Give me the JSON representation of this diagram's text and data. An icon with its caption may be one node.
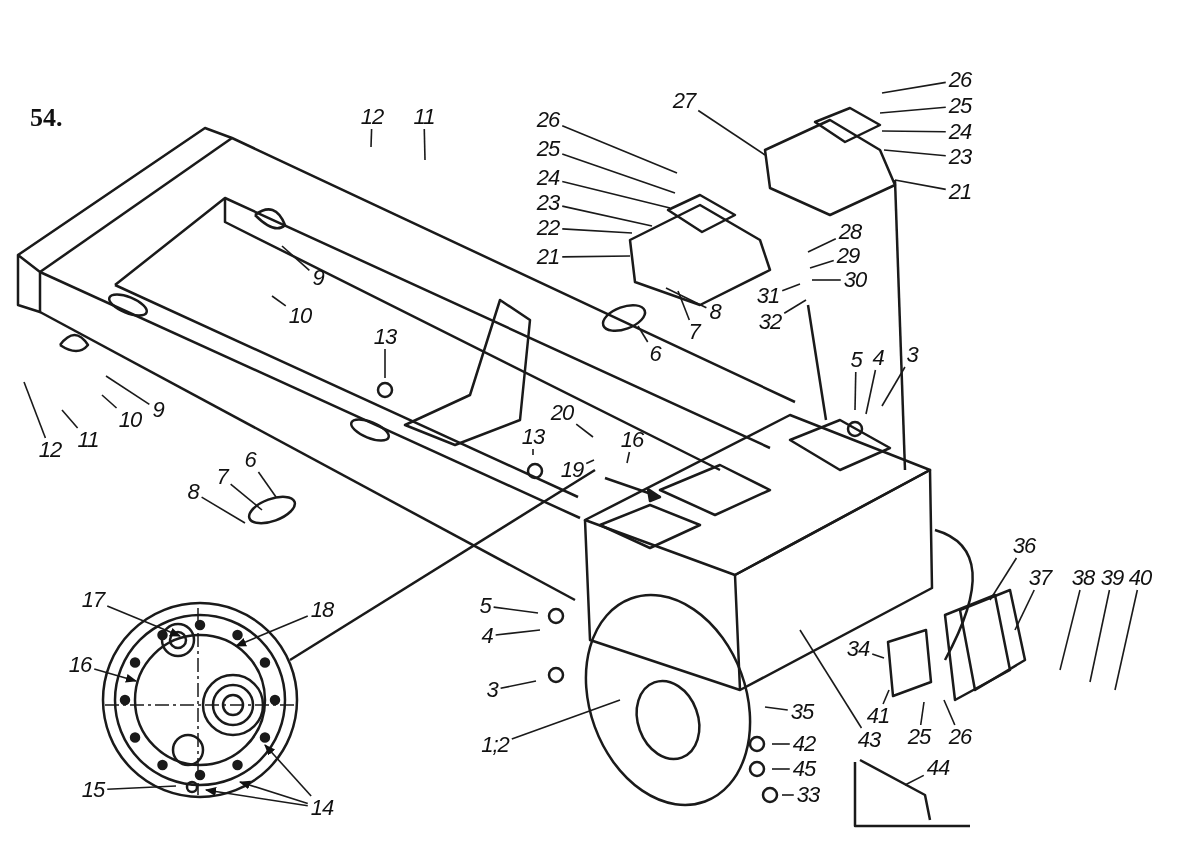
{
  "diagram": {
    "nodes": [
      {
        "text": [
          "12"
        ]
      },
      {
        "text": [
          "11"
        ]
      },
      {
        "text": [
          "9"
        ]
      },
      {
        "text": [
          "10"
        ]
      },
      {
        "text": [
          "13"
        ]
      },
      {
        "text": [
          "9"
        ]
      },
      {
        "text": [
          "10"
        ]
      },
      {
        "text": [
          "11"
        ]
      },
      {
        "text": [
          "12"
        ]
      },
      {
        "text": [
          "6"
        ]
      },
      {
        "text": [
          "7"
        ]
      },
      {
        "text": [
          "8"
        ]
      },
      {
        "text": [
          "26"
        ]
      },
      {
        "text": [
          "25"
        ]
      },
      {
        "text": [
          "24"
        ]
      },
      {
        "text": [
          "23"
        ]
      },
      {
        "text": [
          "22"
        ]
      },
      {
        "text": [
          "21"
        ]
      },
      {
        "text": [
          "6"
        ]
      },
      {
        "text": [
          "7"
        ]
      },
      {
        "text": [
          "8"
        ]
      },
      {
        "text": [
          "27"
        ]
      },
      {
        "text": [
          "26"
        ]
      },
      {
        "text": [
          "25"
        ]
      },
      {
        "text": [
          "24"
        ]
      },
      {
        "text": [
          "23"
        ]
      },
      {
        "text": [
          "21"
        ]
      },
      {
        "text": [
          "28"
        ]
      },
      {
        "text": [
          "29"
        ]
      },
      {
        "text": [
          "30"
        ]
      },
      {
        "text": [
          "31"
        ]
      },
      {
        "text": [
          "32"
        ]
      },
      {
        "text": [
          "5"
        ]
      },
      {
        "text": [
          "4"
        ]
      },
      {
        "text": [
          "3"
        ]
      },
      {
        "text": [
          "20"
        ]
      },
      {
        "text": [
          "19"
        ]
      },
      {
        "text": [
          "16"
        ]
      },
      {
        "text": [
          "13"
        ]
      },
      {
        "text": [
          "17"
        ]
      },
      {
        "text": [
          "18"
        ]
      },
      {
        "text": [
          "16"
        ]
      },
      {
        "text": [
          "15"
        ]
      },
      {
        "text": [
          "14"
        ]
      },
      {
        "text": [
          "5"
        ]
      },
      {
        "text": [
          "4"
        ]
      },
      {
        "text": [
          "3"
        ]
      },
      {
        "text": [
          "1;2"
        ]
      },
      {
        "text": [
          "35"
        ]
      },
      {
        "text": [
          "42"
        ]
      },
      {
        "text": [
          "45"
        ]
      },
      {
        "text": [
          "33"
        ]
      },
      {
        "text": [
          "43"
        ]
      },
      {
        "text": [
          "41"
        ]
      },
      {
        "text": [
          "25"
        ]
      },
      {
        "text": [
          "26"
        ]
      },
      {
        "text": [
          "34"
        ]
      },
      {
        "text": [
          "36"
        ]
      },
      {
        "text": [
          "37"
        ]
      },
      {
        "text": [
          "38"
        ]
      },
      {
        "text": [
          "39"
        ]
      },
      {
        "text": [
          "40"
        ]
      },
      {
        "text": [
          "44"
        ]
      }
    ],
    "edges": [
      {
        "from": 0,
        "to": null,
        "arrow": "none"
      },
      {
        "from": 1,
        "to": null,
        "arrow": "none"
      },
      {
        "from": 2,
        "to": null,
        "arrow": "none"
      },
      {
        "from": 3,
        "to": null,
        "arrow": "none"
      },
      {
        "from": 4,
        "to": null,
        "arrow": "none"
      },
      {
        "from": 5,
        "to": null,
        "arrow": "none"
      },
      {
        "from": 6,
        "to": null,
        "arrow": "none"
      },
      {
        "from": 7,
        "to": null,
        "arrow": "none"
      },
      {
        "from": 8,
        "to": null,
        "arrow": "none"
      },
      {
        "from": 9,
        "to": null,
        "arrow": "none"
      },
      {
        "from": 10,
        "to": null,
        "arrow": "none"
      },
      {
        "from": 11,
        "to": null,
        "arrow": "none"
      },
      {
        "from": 12,
        "to": null,
        "arrow": "none"
      },
      {
        "from": 13,
        "to": null,
        "arrow": "none"
      },
      {
        "from": 14,
        "to": null,
        "arrow": "none"
      },
      {
        "from": 15,
        "to": null,
        "arrow": "none"
      },
      {
        "from": 16,
        "to": null,
        "arrow": "none"
      },
      {
        "from": 17,
        "to": null,
        "arrow": "none"
      },
      {
        "from": 18,
        "to": null,
        "arrow": "none"
      },
      {
        "from": 19,
        "to": null,
        "arrow": "none"
      },
      {
        "from": 20,
        "to": null,
        "arrow": "none"
      },
      {
        "from": 21,
        "to": null,
        "arrow": "none"
      },
      {
        "from": 22,
        "to": null,
        "arrow": "none"
      },
      {
        "from": 23,
        "to": null,
        "arrow": "none"
      },
      {
        "from": 24,
        "to": null,
        "arrow": "none"
      },
      {
        "from": 25,
        "to": null,
        "arrow": "none"
      },
      {
        "from": 26,
        "to": null,
        "arrow": "none"
      },
      {
        "from": 27,
        "to": null,
        "arrow": "none"
      },
      {
        "from": 28,
        "to": null,
        "arrow": "none"
      },
      {
        "from": 29,
        "to": null,
        "arrow": "none"
      },
      {
        "from": 30,
        "to": null,
        "arrow": "none"
      },
      {
        "from": 31,
        "to": null,
        "arrow": "none"
      },
      {
        "from": 32,
        "to": null,
        "arrow": "none"
      },
      {
        "from": 33,
        "to": null,
        "arrow": "none"
      },
      {
        "from": 34,
        "to": null,
        "arrow": "none"
      },
      {
        "from": 35,
        "to": null,
        "arrow": "none"
      },
      {
        "from": 36,
        "to": null,
        "arrow": "none"
      },
      {
        "from": 37,
        "to": null,
        "arrow": "none"
      },
      {
        "from": 38,
        "to": null,
        "arrow": "none"
      },
      {
        "from": 39,
        "to": null,
        "arrow": "to"
      },
      {
        "from": 40,
        "to": null,
        "arrow": "to"
      },
      {
        "from": 41,
        "to": null,
        "arrow": "to"
      },
      {
        "from": 42,
        "to": null,
        "arrow": "none"
      },
      {
        "from": 43,
        "to": null,
        "arrow": "to"
      },
      {
        "from": 43,
        "to": null,
        "arrow": "to"
      },
      {
        "from": 43,
        "to": null,
        "arrow": "to"
      },
      {
        "from": 44,
        "to": null,
        "arrow": "none"
      },
      {
        "from": 45,
        "to": null,
        "arrow": "none"
      },
      {
        "from": 46,
        "to": null,
        "arrow": "none"
      },
      {
        "from": 47,
        "to": null,
        "arrow": "none"
      },
      {
        "from": 48,
        "to": null,
        "arrow": "none"
      },
      {
        "from": 49,
        "to": null,
        "arrow": "none"
      },
      {
        "from": 50,
        "to": null,
        "arrow": "none"
      },
      {
        "from": 51,
        "to": null,
        "arrow": "none"
      },
      {
        "from": 52,
        "to": null,
        "arrow": "none"
      },
      {
        "from": 53,
        "to": null,
        "arrow": "none"
      },
      {
        "from": 54,
        "to": null,
        "arrow": "none"
      },
      {
        "from": 55,
        "to": null,
        "arrow": "none"
      },
      {
        "from": 56,
        "to": null,
        "arrow": "none"
      },
      {
        "from": 57,
        "to": null,
        "arrow": "none"
      },
      {
        "from": 58,
        "to": null,
        "arrow": "none"
      },
      {
        "from": 59,
        "to": null,
        "arrow": "none"
      },
      {
        "from": 60,
        "to": null,
        "arrow": "none"
      },
      {
        "from": 61,
        "to": null,
        "arrow": "none"
      },
      {
        "from": 62,
        "to": null,
        "arrow": "none"
      }
    ],
    "labels": [
      "54."
    ]
  }
}
